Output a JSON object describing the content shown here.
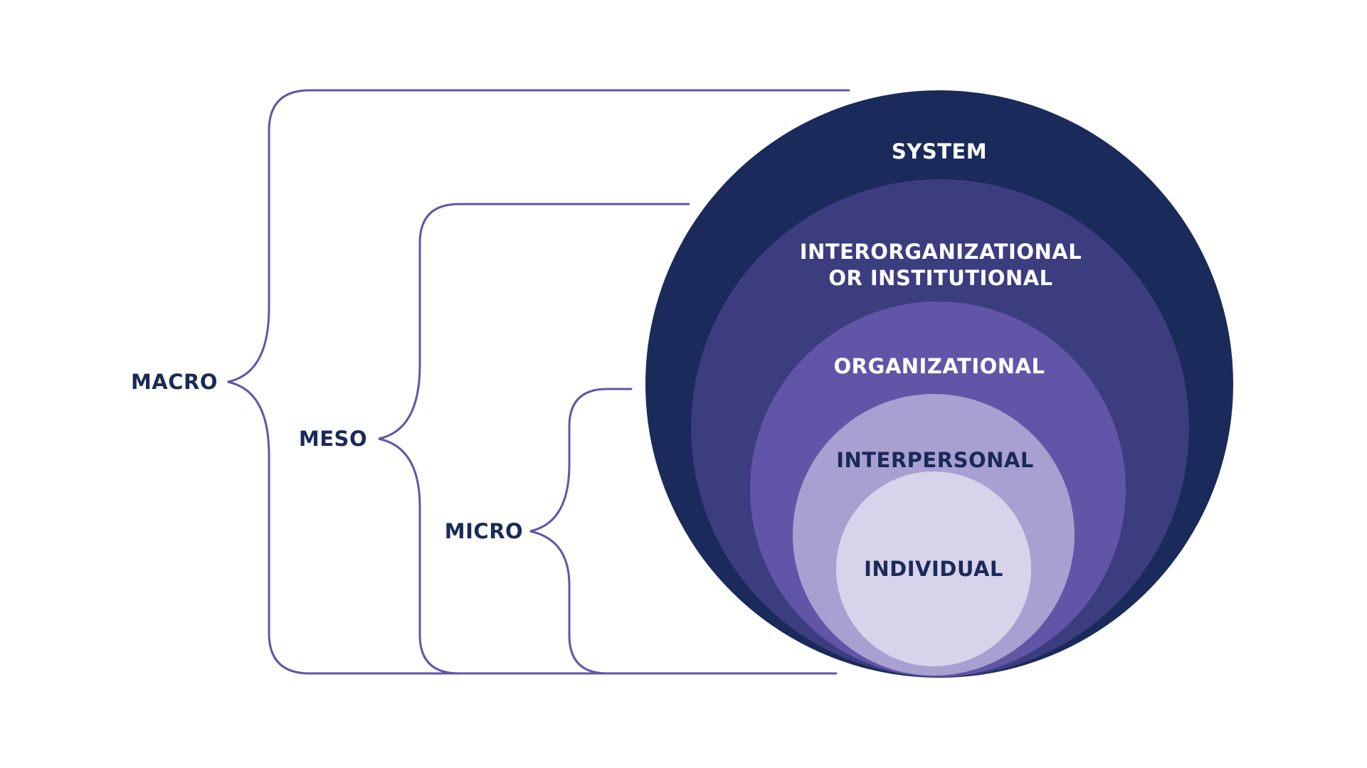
{
  "colors": {
    "bracket_line": "#6155a8",
    "label_dark": "#1a2a5a",
    "label_light": "#ffffff",
    "background": "#ffffff"
  },
  "scale_labels": [
    {
      "id": "macro",
      "text": "MACRO"
    },
    {
      "id": "meso",
      "text": "MESO"
    },
    {
      "id": "micro",
      "text": "MICRO"
    }
  ],
  "levels": [
    {
      "id": "system",
      "lines": [
        "SYSTEM"
      ],
      "fill": "#1a2a5a",
      "text_color": "#ffffff"
    },
    {
      "id": "interorganizational",
      "lines": [
        "INTERORGANIZATIONAL",
        "OR INSTITUTIONAL"
      ],
      "fill": "#3c3d7f",
      "text_color": "#ffffff"
    },
    {
      "id": "organizational",
      "lines": [
        "ORGANIZATIONAL"
      ],
      "fill": "#6155a8",
      "text_color": "#ffffff"
    },
    {
      "id": "interpersonal",
      "lines": [
        "INTERPERSONAL"
      ],
      "fill": "#a8a0d0",
      "text_color": "#1a2a5a"
    },
    {
      "id": "individual",
      "lines": [
        "INDIVIDUAL"
      ],
      "fill": "#d7d3ea",
      "text_color": "#1a2a5a"
    }
  ]
}
